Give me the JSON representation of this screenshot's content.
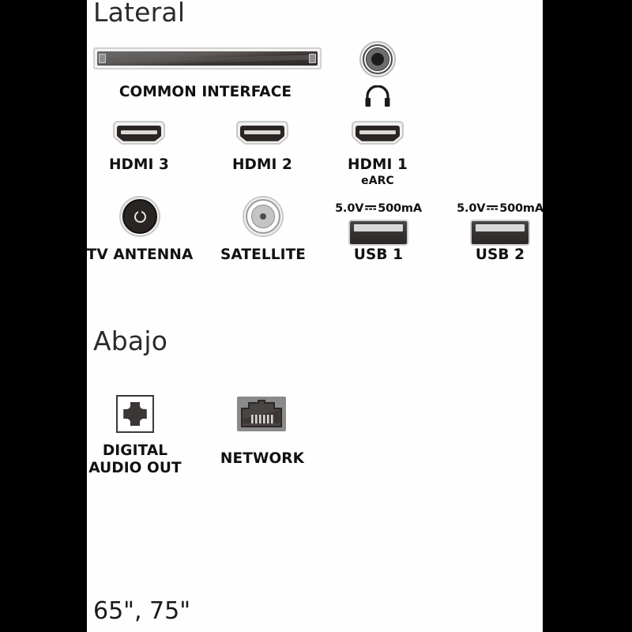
{
  "diagram": {
    "sections": [
      {
        "id": "lateral",
        "title": "Lateral"
      },
      {
        "id": "abajo",
        "title": "Abajo"
      }
    ],
    "footnote": "65\", 75\"",
    "colors": {
      "panel_background": "#fefefe",
      "frame": "#000000",
      "label_text": "#111111",
      "title_text": "#2b2b2b",
      "port_dark": "#2e2a28",
      "port_border": "#cfcfcf"
    },
    "lateral_ports": [
      {
        "name": "common-interface",
        "label": "COMMON INTERFACE",
        "icon": "ci-slot-icon"
      },
      {
        "name": "headphone",
        "label": "",
        "icon": "headphone-jack-icon",
        "symbol": "headphone-icon"
      },
      {
        "name": "hdmi-3",
        "label": "HDMI 3",
        "icon": "hdmi-port-icon"
      },
      {
        "name": "hdmi-2",
        "label": "HDMI 2",
        "icon": "hdmi-port-icon"
      },
      {
        "name": "hdmi-1",
        "label": "HDMI 1",
        "sublabel": "eARC",
        "icon": "hdmi-port-icon"
      },
      {
        "name": "tv-antenna",
        "label": "TV ANTENNA",
        "icon": "coax-antenna-icon"
      },
      {
        "name": "satellite",
        "label": "SATELLITE",
        "icon": "coax-satellite-icon"
      },
      {
        "name": "usb-1",
        "label": "USB 1",
        "power": "5.0V⍓5 00mA",
        "power_volt": "5.0V",
        "power_current": "500mA",
        "icon": "usb-port-icon"
      },
      {
        "name": "usb-2",
        "label": "USB 2",
        "power_volt": "5.0V",
        "power_current": "500mA",
        "icon": "usb-port-icon"
      }
    ],
    "bottom_ports": [
      {
        "name": "digital-audio-out",
        "label_line1": "DIGITAL",
        "label_line2": "AUDIO OUT",
        "icon": "optical-toslink-icon"
      },
      {
        "name": "network",
        "label": "NETWORK",
        "icon": "rj45-ethernet-icon"
      }
    ],
    "labels": {
      "common_interface": "COMMON INTERFACE",
      "hdmi3": "HDMI 3",
      "hdmi2": "HDMI 2",
      "hdmi1": "HDMI 1",
      "earc": "eARC",
      "tv_antenna": "TV ANTENNA",
      "satellite": "SATELLITE",
      "usb1": "USB 1",
      "usb2": "USB 2",
      "usb1_power": "5.0V",
      "usb1_current": "500mA",
      "usb2_power": "5.0V",
      "usb2_current": "500mA",
      "digital_audio_out_1": "DIGITAL",
      "digital_audio_out_2": "AUDIO OUT",
      "network": "NETWORK"
    }
  }
}
